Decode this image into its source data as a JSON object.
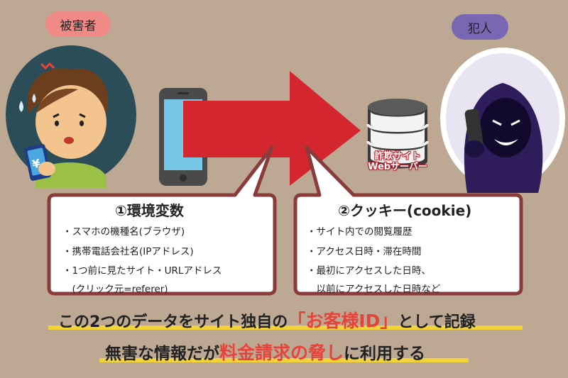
{
  "labels": {
    "victim": "被害者",
    "criminal": "犯人",
    "server_line1": "詐欺サイト",
    "server_line2": "Webサーバー"
  },
  "callouts": [
    {
      "title": "①環境変数",
      "items": [
        "・スマホの機種名(ブラウザ)",
        "・携帯電話会社名(IPアドレス)",
        "・1つ前に見たサイト・URLアドレス",
        "　(クリック元=referer)"
      ]
    },
    {
      "title": "②クッキー(cookie)",
      "items": [
        "・サイト内での閲覧履歴",
        "・アクセス日時・滞在時間",
        "・最初にアクセスした日時、",
        "　以前にアクセスした日時など"
      ]
    }
  ],
  "captions": {
    "line1_pre": "この2つのデータをサイト独自の",
    "line1_hl": "「お客様ID」",
    "line1_post": "として記録",
    "line2_pre": "無害な情報だが",
    "line2_hl": "料金請求の脅し",
    "line2_post": "に利用する"
  },
  "colors": {
    "background": "#bca893",
    "arrow": "#d3262e",
    "highlight": "#e8433b",
    "underline": "#f3d33a",
    "victim_pill": "#f08a86",
    "criminal_pill": "#7a67b3"
  }
}
